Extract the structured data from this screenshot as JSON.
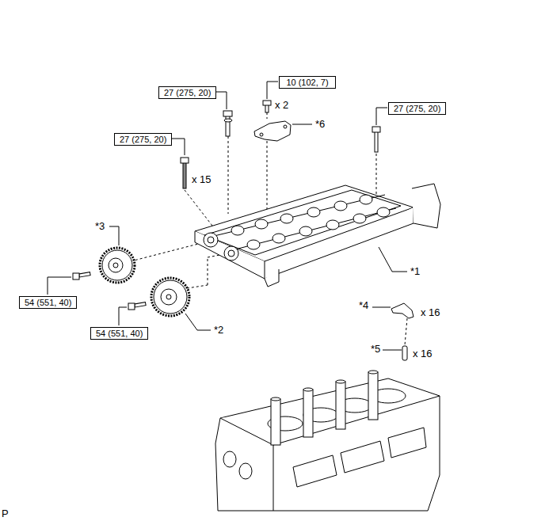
{
  "diagram": {
    "nodes": [
      {
        "text": [
          "10 (102, 7)"
        ]
      },
      {
        "text": [
          "27 (275, 20)"
        ]
      },
      {
        "text": [
          "27 (275, 20)"
        ]
      },
      {
        "text": [
          "27 (275, 20)"
        ]
      },
      {
        "text": [
          "54 (551, 40)"
        ]
      },
      {
        "text": [
          "54 (551, 40)"
        ]
      }
    ],
    "labels": [
      "x 2",
      "*6",
      "x 15",
      "*3",
      "*1",
      "*2",
      "*4",
      "x 16",
      "*5",
      "x 16",
      "P"
    ]
  }
}
